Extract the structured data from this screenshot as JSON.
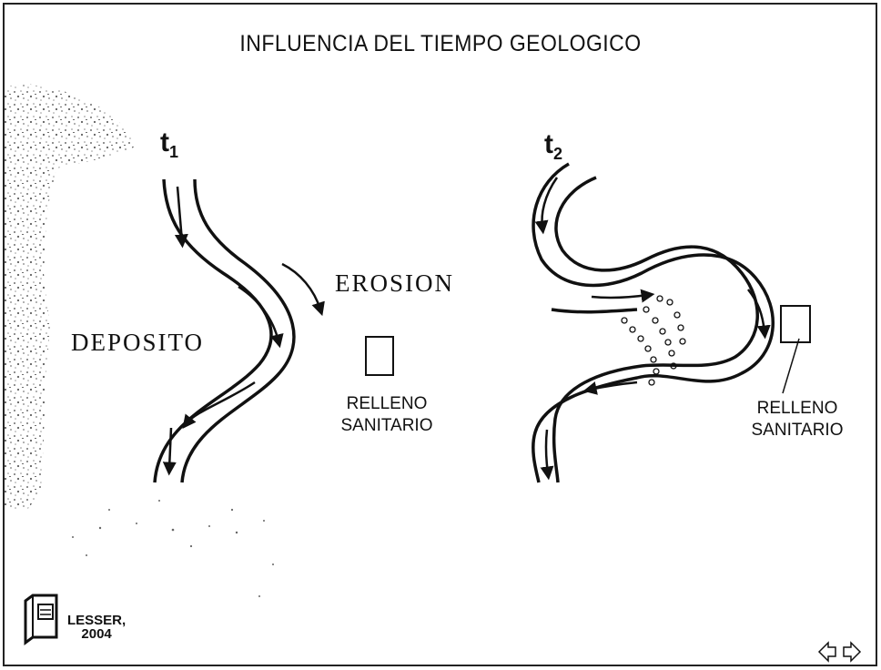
{
  "slide": {
    "title": "INFLUENCIA DEL TIEMPO GEOLOGICO"
  },
  "diagram": {
    "t1": {
      "base": "t",
      "sub": "1"
    },
    "t2": {
      "base": "t",
      "sub": "2"
    },
    "deposito_label": "DEPOSITO",
    "erosion_label": "EROSION",
    "relleno_left": {
      "line1": "RELLENO",
      "line2": "SANITARIO"
    },
    "relleno_right": {
      "line1": "RELLENO",
      "line2": "SANITARIO"
    }
  },
  "footer": {
    "author": "LESSER,",
    "year": "2004",
    "book_icon": "book-icon",
    "nav_icon": "nav-arrows-icon"
  }
}
